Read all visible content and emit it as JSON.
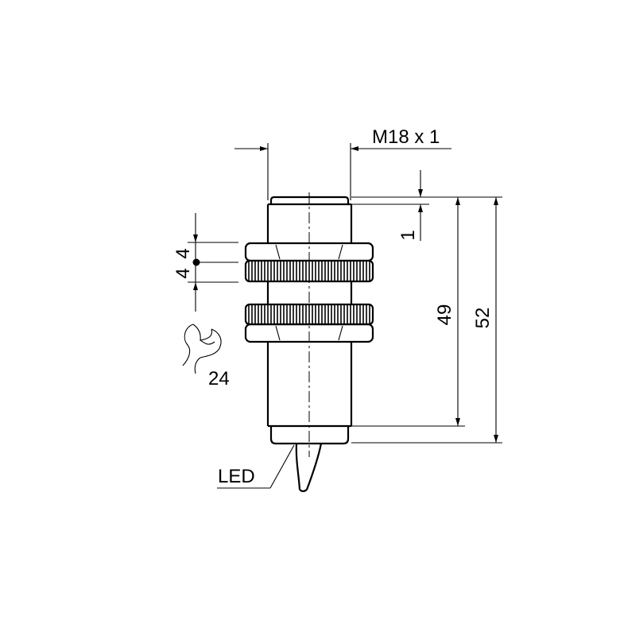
{
  "drawing": {
    "thread_label": "M18 x 1",
    "dim_flange": "1",
    "dim_thread_length": "49",
    "dim_total_length": "52",
    "dim_nut_height_a": "4",
    "dim_nut_height_b": "4",
    "wrench_size": "24",
    "led_label": "LED"
  }
}
